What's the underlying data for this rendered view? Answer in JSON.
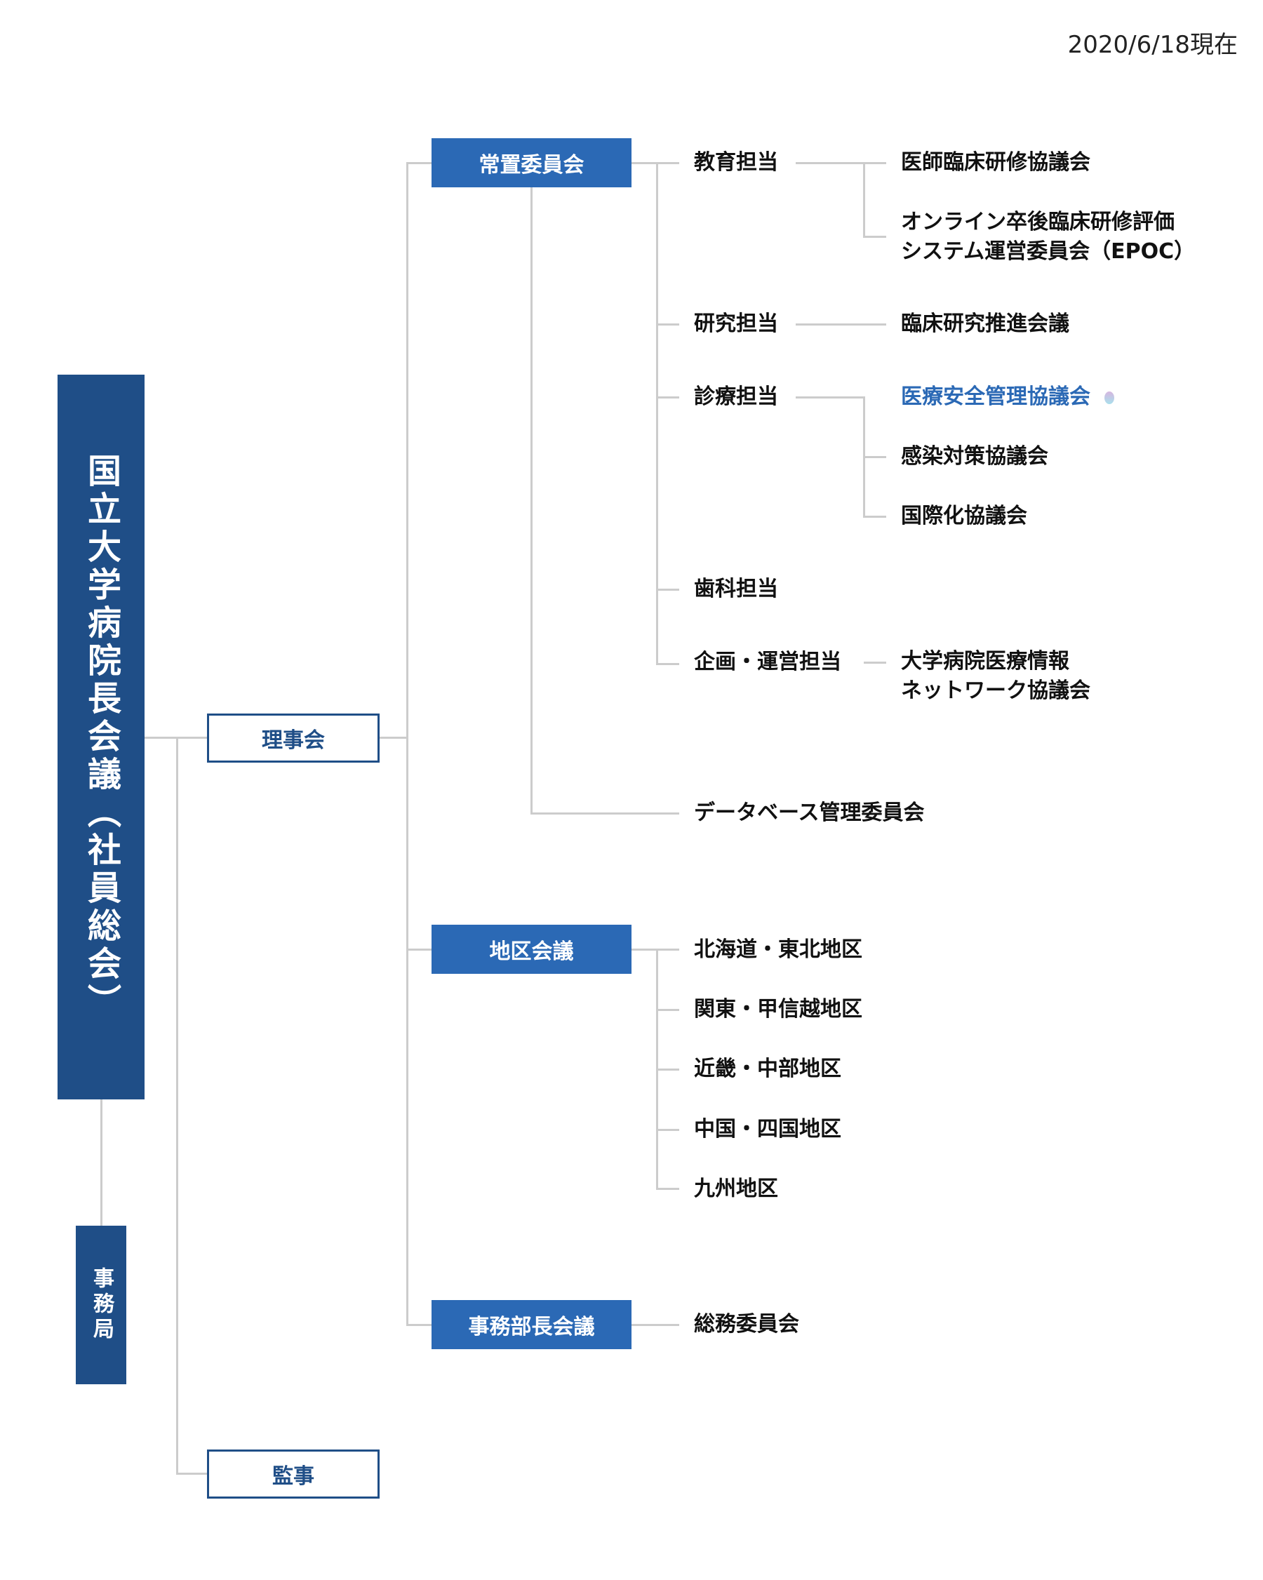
{
  "date": "2020/6/18現在",
  "root": "国立大学病院長会議（社員総会）",
  "secretariat": "事務局",
  "board": "理事会",
  "auditor": "監事",
  "standing_committee": {
    "label": "常置委員会",
    "sections": [
      {
        "label": "教育担当",
        "children": [
          "医師臨床研修協議会",
          "オンライン卒後臨床研修評価",
          "システム運営委員会（EPOC）"
        ]
      },
      {
        "label": "研究担当",
        "children": [
          "臨床研究推進会議"
        ]
      },
      {
        "label": "診療担当",
        "children": [
          "医療安全管理協議会",
          "感染対策協議会",
          "国際化協議会"
        ]
      },
      {
        "label": "歯科担当"
      },
      {
        "label": "企画・運営担当",
        "children": [
          "大学病院医療情報",
          "ネットワーク協議会"
        ]
      }
    ],
    "database": "データベース管理委員会"
  },
  "regional": {
    "label": "地区会議",
    "items": [
      "北海道・東北地区",
      "関東・甲信越地区",
      "近畿・中部地区",
      "中国・四国地区",
      "九州地区"
    ]
  },
  "admin": {
    "label": "事務部長会議",
    "items": [
      "総務委員会"
    ]
  },
  "colors": {
    "primary": "#2b69b5",
    "navy": "#1f4e87",
    "line": "#cccccc"
  }
}
